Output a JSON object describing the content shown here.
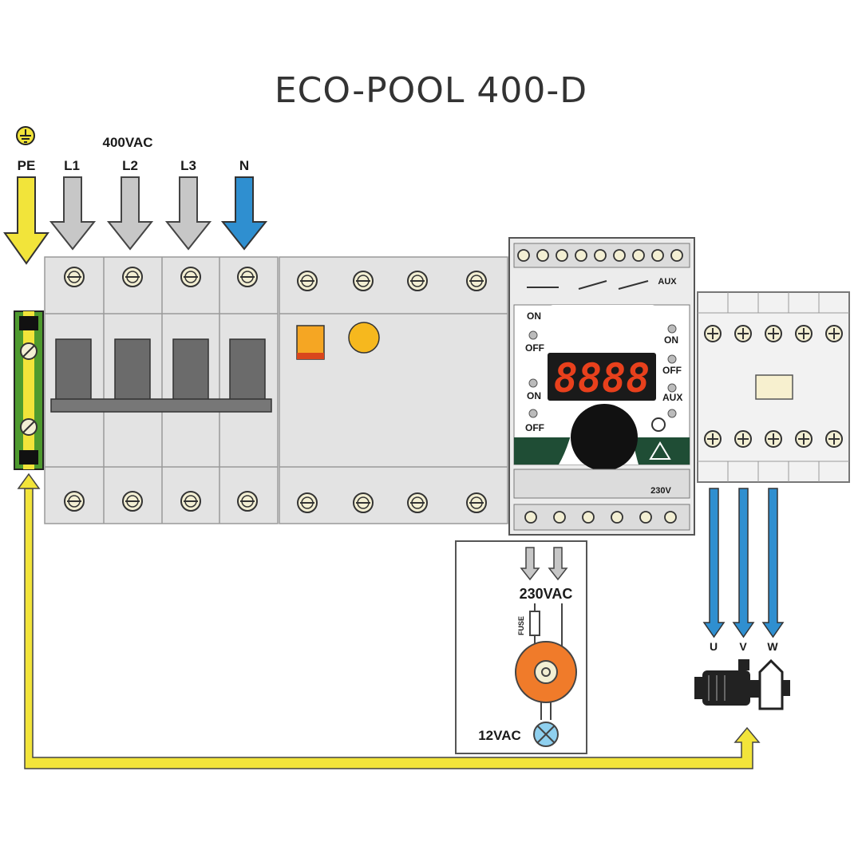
{
  "title": "ECO-POOL 400-D",
  "supply": {
    "voltage": "400VAC",
    "terminals": [
      "PE",
      "L1",
      "L2",
      "L3",
      "N"
    ]
  },
  "controller": {
    "display": "8888",
    "left_labels": [
      "ON",
      "OFF",
      "ON",
      "OFF"
    ],
    "right_labels": [
      "ON",
      "OFF",
      "AUX"
    ],
    "top_label": "AUX",
    "bottom_label": "230V"
  },
  "light_circuit": {
    "input_voltage": "230VAC",
    "fuse": "FUSE",
    "output_voltage": "12VAC"
  },
  "motor": {
    "phases": [
      "U",
      "V",
      "W"
    ]
  },
  "colors": {
    "earth": "#f2e43a",
    "neutral": "#2f8fd0",
    "phase": "#c7c7c7",
    "motor_lines": "#2f8fd0",
    "display_red": "#e8401c",
    "panel_green": "#1f4d35",
    "transformer": "#f07b2a"
  }
}
